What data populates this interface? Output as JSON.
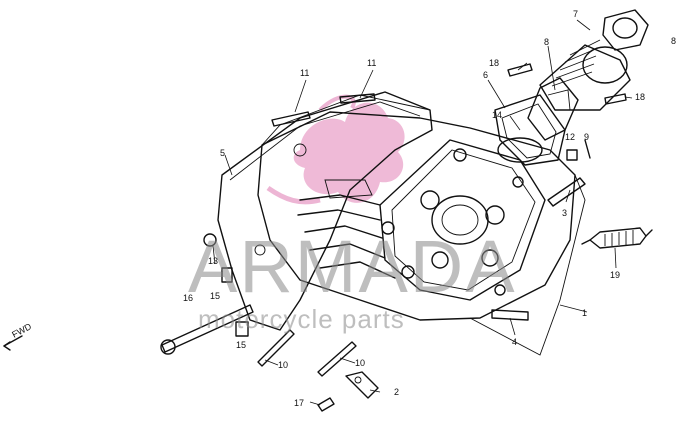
{
  "diagram": {
    "callouts": [
      {
        "id": "c1",
        "text": "1"
      },
      {
        "id": "c2",
        "text": "2"
      },
      {
        "id": "c3",
        "text": "3"
      },
      {
        "id": "c4",
        "text": "4"
      },
      {
        "id": "c5",
        "text": "5"
      },
      {
        "id": "c6",
        "text": "6"
      },
      {
        "id": "c7",
        "text": "7"
      },
      {
        "id": "c8a",
        "text": "8"
      },
      {
        "id": "c8b",
        "text": "8"
      },
      {
        "id": "c9",
        "text": "9"
      },
      {
        "id": "c10a",
        "text": "10"
      },
      {
        "id": "c10b",
        "text": "10"
      },
      {
        "id": "c11a",
        "text": "11"
      },
      {
        "id": "c11b",
        "text": "11"
      },
      {
        "id": "c12",
        "text": "12"
      },
      {
        "id": "c13",
        "text": "13"
      },
      {
        "id": "c14",
        "text": "14"
      },
      {
        "id": "c15a",
        "text": "15"
      },
      {
        "id": "c15b",
        "text": "15"
      },
      {
        "id": "c16",
        "text": "16"
      },
      {
        "id": "c17",
        "text": "17"
      },
      {
        "id": "c18a",
        "text": "18"
      },
      {
        "id": "c18b",
        "text": "18"
      },
      {
        "id": "c19",
        "text": "19"
      }
    ],
    "fwd_label": "FWD"
  },
  "watermark": {
    "brand": "ARMADA",
    "subtitle": "motorcycle parts",
    "logo_color": "#e9a3c9"
  }
}
